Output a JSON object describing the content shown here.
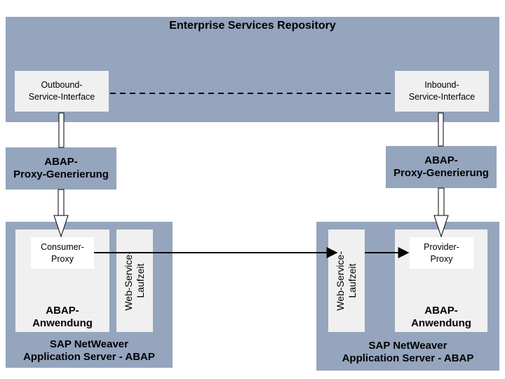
{
  "repository": {
    "title": "Enterprise Services Repository",
    "outbound": "Outbound-\nService-Interface",
    "inbound": "Inbound-\nService-Interface"
  },
  "proxy_gen_left": "ABAP-\nProxy-Generierung",
  "proxy_gen_right": "ABAP-\nProxy-Generierung",
  "left_server": {
    "proxy": "Consumer-\nProxy",
    "runtime": "Web-Service-\nLaufzeit",
    "app": "ABAP-\nAnwendung",
    "server": "SAP NetWeaver\nApplication Server - ABAP"
  },
  "right_server": {
    "proxy": "Provider-\nProxy",
    "runtime": "Web-Service-\nLaufzeit",
    "app": "ABAP-\nAnwendung",
    "server": "SAP NetWeaver\nApplication Server - ABAP"
  },
  "colors": {
    "steel": "#94a5bd",
    "panel": "#f0f0f0"
  }
}
